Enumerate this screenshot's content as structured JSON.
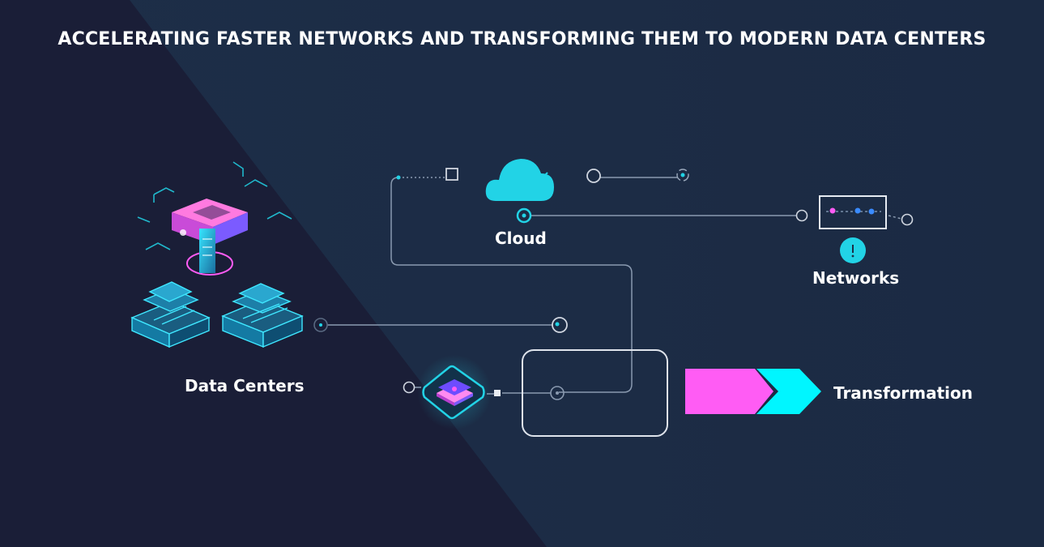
{
  "title": "ACCELERATING FASTER NETWORKS AND TRANSFORMING THEM TO MODERN DATA CENTERS",
  "nodes": {
    "cloud": {
      "label": "Cloud",
      "icon": "cloud-icon"
    },
    "networks": {
      "label": "Networks",
      "icon": "network-switch-icon"
    },
    "data_centers": {
      "label": "Data Centers",
      "icon": "server-rack-icon"
    },
    "transformation": {
      "label": "Transformation",
      "icon": "chevron-arrow-icon"
    }
  },
  "colors": {
    "background_left": "#1a1f38",
    "background_right": "#1c2c45",
    "cyan": "#22d3e6",
    "magenta": "#ff5cf4",
    "bright_cyan": "#00f6ff",
    "line": "#8a9ab0",
    "text": "#ffffff"
  }
}
